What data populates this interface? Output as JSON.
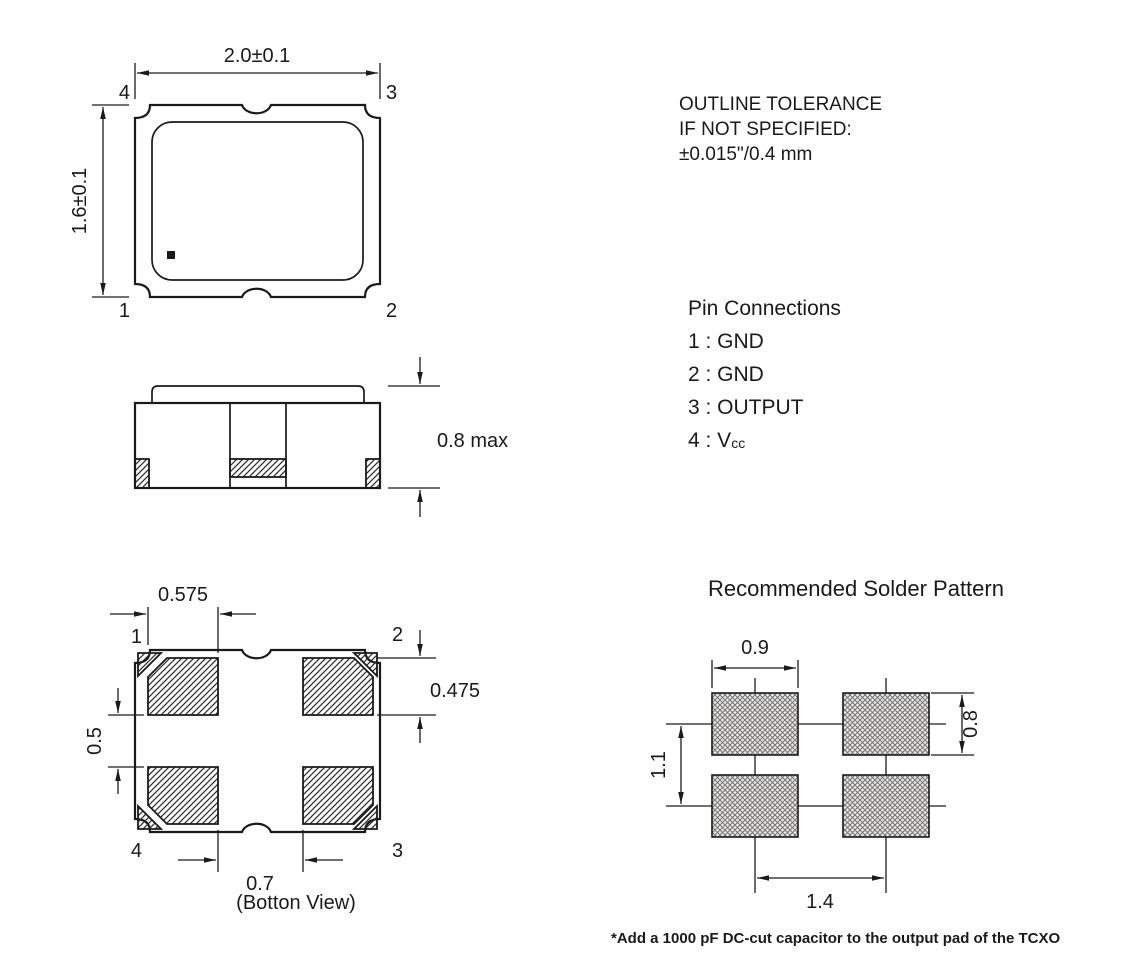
{
  "top_view": {
    "dim_width": "2.0±0.1",
    "dim_height": "1.6±0.1",
    "pins": {
      "top_left": "4",
      "top_right": "3",
      "bottom_left": "1",
      "bottom_right": "2"
    }
  },
  "side_view": {
    "dim_height": "0.8 max"
  },
  "bottom_view": {
    "dim_pad_width": "0.575",
    "dim_pad_height": "0.475",
    "dim_pad_gap": "0.5",
    "dim_notch": "0.7",
    "pins": {
      "top_left": "1",
      "top_right": "2",
      "bottom_left": "4",
      "bottom_right": "3"
    },
    "caption": "(Botton View)"
  },
  "tolerance_note": {
    "line1": "OUTLINE TOLERANCE",
    "line2": "IF NOT SPECIFIED:",
    "line3": "±0.015\"/0.4 mm"
  },
  "pin_connections": {
    "title": "Pin Connections",
    "pin1": "1 : GND",
    "pin2": "2 : GND",
    "pin3": "3 : OUTPUT",
    "pin4_base": "4 : V",
    "pin4_sub": "cc"
  },
  "solder_pattern": {
    "title": "Recommended Solder Pattern",
    "dim_pad_width": "0.9",
    "dim_pad_height": "0.8",
    "dim_row_pitch": "1.1",
    "dim_col_pitch": "1.4"
  },
  "footnote": "*Add a 1000 pF DC-cut capacitor to the output pad of the TCXO",
  "colors": {
    "line": "#1a1a1a",
    "background": "#ffffff"
  }
}
